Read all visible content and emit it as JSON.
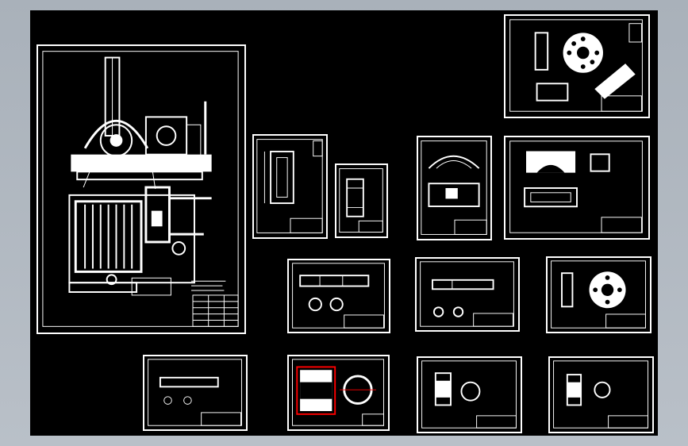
{
  "app": {
    "window_title": "",
    "background_color": "#b4bbc3",
    "canvas_color": "#000000",
    "line_color": "#ffffff",
    "highlight_color": "#ff0000"
  },
  "drawings": [
    {
      "id": "assembly-drawing",
      "icon": "assembly-drawing-icon"
    },
    {
      "id": "wheel-bevel-drawing",
      "icon": "gear-icon"
    },
    {
      "id": "shaft-part-drawing-a",
      "icon": "part-drawing-icon"
    },
    {
      "id": "shaft-part-drawing-b",
      "icon": "part-drawing-icon"
    },
    {
      "id": "sector-part-drawing",
      "icon": "part-drawing-icon"
    },
    {
      "id": "block-part-drawing",
      "icon": "part-drawing-icon"
    },
    {
      "id": "shaft-drawing-c",
      "icon": "shaft-icon"
    },
    {
      "id": "shaft-drawing-d",
      "icon": "shaft-icon"
    },
    {
      "id": "gear-drawing",
      "icon": "gear-icon"
    },
    {
      "id": "shaft-drawing-e",
      "icon": "shaft-icon"
    },
    {
      "id": "gear-section-drawing",
      "icon": "gear-icon"
    },
    {
      "id": "sleeve-drawing-a",
      "icon": "part-drawing-icon"
    },
    {
      "id": "sleeve-drawing-b",
      "icon": "part-drawing-icon"
    }
  ]
}
